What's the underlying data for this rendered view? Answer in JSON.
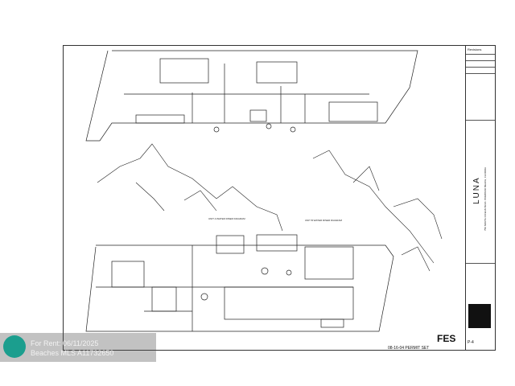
{
  "titleblock": {
    "revisions_label": "Revisions",
    "project_name": "LUNA",
    "project_address": "750 NORTH OCEAN BLVD. POMPANO BEACH, FLORIDA",
    "sheet_number": "P-4",
    "firm": "FES"
  },
  "drawing": {
    "unit_a_label": "UNIT A WATER RISER DIAGRAM",
    "unit_b_label": "UNIT B WATER RISER DIAGRAM",
    "permit_set": "08-16-04 PERMIT SET"
  },
  "watermark": {
    "line1": "For Rent: 06/11/2025",
    "line2": "Beaches MLS A11732650"
  },
  "colors": {
    "linework": "#222222",
    "watermark_logo": "#1b9e8e"
  }
}
